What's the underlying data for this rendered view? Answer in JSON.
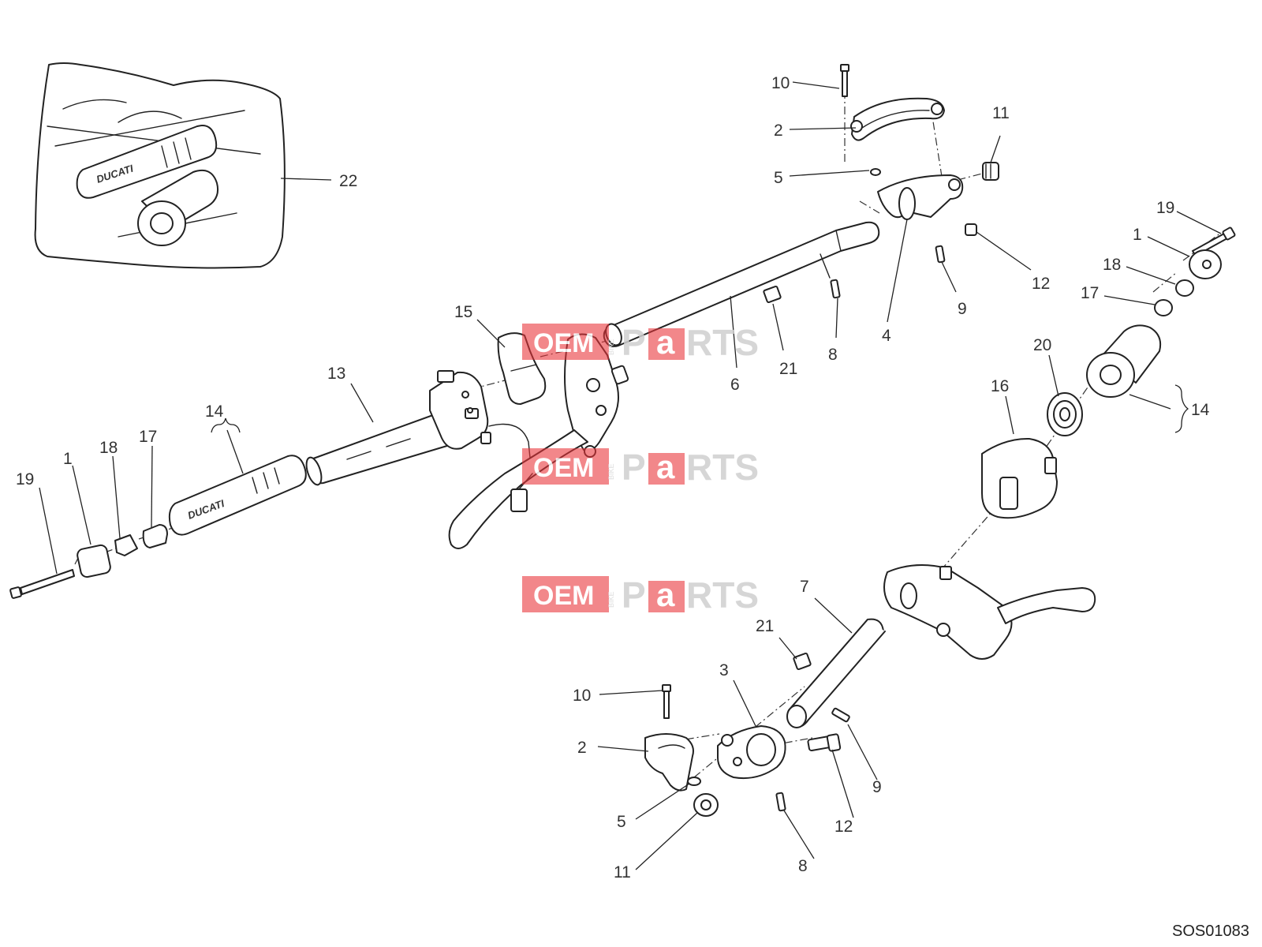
{
  "diagram": {
    "drawing_code": "SOS01083",
    "callouts": [
      {
        "id": "c-10-top",
        "text": "10"
      },
      {
        "id": "c-2-top",
        "text": "2"
      },
      {
        "id": "c-5-top",
        "text": "5"
      },
      {
        "id": "c-11-top",
        "text": "11"
      },
      {
        "id": "c-12-top",
        "text": "12"
      },
      {
        "id": "c-9-top",
        "text": "9"
      },
      {
        "id": "c-4",
        "text": "4"
      },
      {
        "id": "c-8-top",
        "text": "8"
      },
      {
        "id": "c-21-top",
        "text": "21"
      },
      {
        "id": "c-6",
        "text": "6"
      },
      {
        "id": "c-15",
        "text": "15"
      },
      {
        "id": "c-13",
        "text": "13"
      },
      {
        "id": "c-14-left",
        "text": "14"
      },
      {
        "id": "c-19-left",
        "text": "19"
      },
      {
        "id": "c-1-left",
        "text": "1"
      },
      {
        "id": "c-18-left",
        "text": "18"
      },
      {
        "id": "c-17-left",
        "text": "17"
      },
      {
        "id": "c-22",
        "text": "22"
      },
      {
        "id": "c-19-right",
        "text": "19"
      },
      {
        "id": "c-1-right",
        "text": "1"
      },
      {
        "id": "c-18-right",
        "text": "18"
      },
      {
        "id": "c-17-right",
        "text": "17"
      },
      {
        "id": "c-20",
        "text": "20"
      },
      {
        "id": "c-16",
        "text": "16"
      },
      {
        "id": "c-14-right",
        "text": "14"
      },
      {
        "id": "c-7",
        "text": "7"
      },
      {
        "id": "c-21-bottom",
        "text": "21"
      },
      {
        "id": "c-3",
        "text": "3"
      },
      {
        "id": "c-10-bottom",
        "text": "10"
      },
      {
        "id": "c-2-bottom",
        "text": "2"
      },
      {
        "id": "c-5-bottom",
        "text": "5"
      },
      {
        "id": "c-11-bottom",
        "text": "11"
      },
      {
        "id": "c-8-bottom",
        "text": "8"
      },
      {
        "id": "c-12-bottom",
        "text": "12"
      },
      {
        "id": "c-9-bottom",
        "text": "9"
      }
    ]
  },
  "watermark": {
    "oem": "OEM",
    "bike": "BIKE",
    "p": "P",
    "a": "a",
    "rts": "RTS",
    "accent_color": "#e8343a"
  },
  "grip_brand": "DUCATI"
}
